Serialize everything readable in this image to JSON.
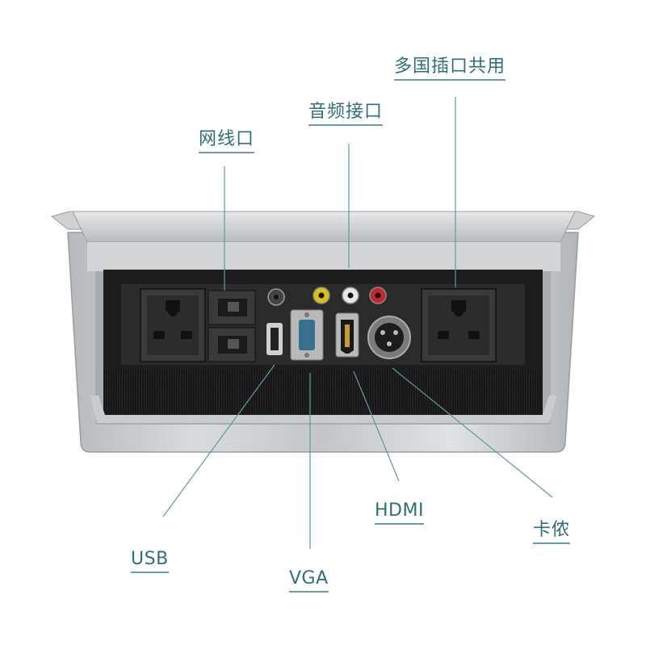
{
  "labels": {
    "multi_socket": "多国插口共用",
    "audio": "音频接口",
    "network": "网线口",
    "usb": "USB",
    "vga": "VGA",
    "hdmi": "HDMI",
    "xlr": "卡侬"
  },
  "colors": {
    "callout_line": "#5e9aa0",
    "label_text": "#2f6f78",
    "brushed_metal": "#c7c9cb",
    "panel_black": "#262626"
  }
}
